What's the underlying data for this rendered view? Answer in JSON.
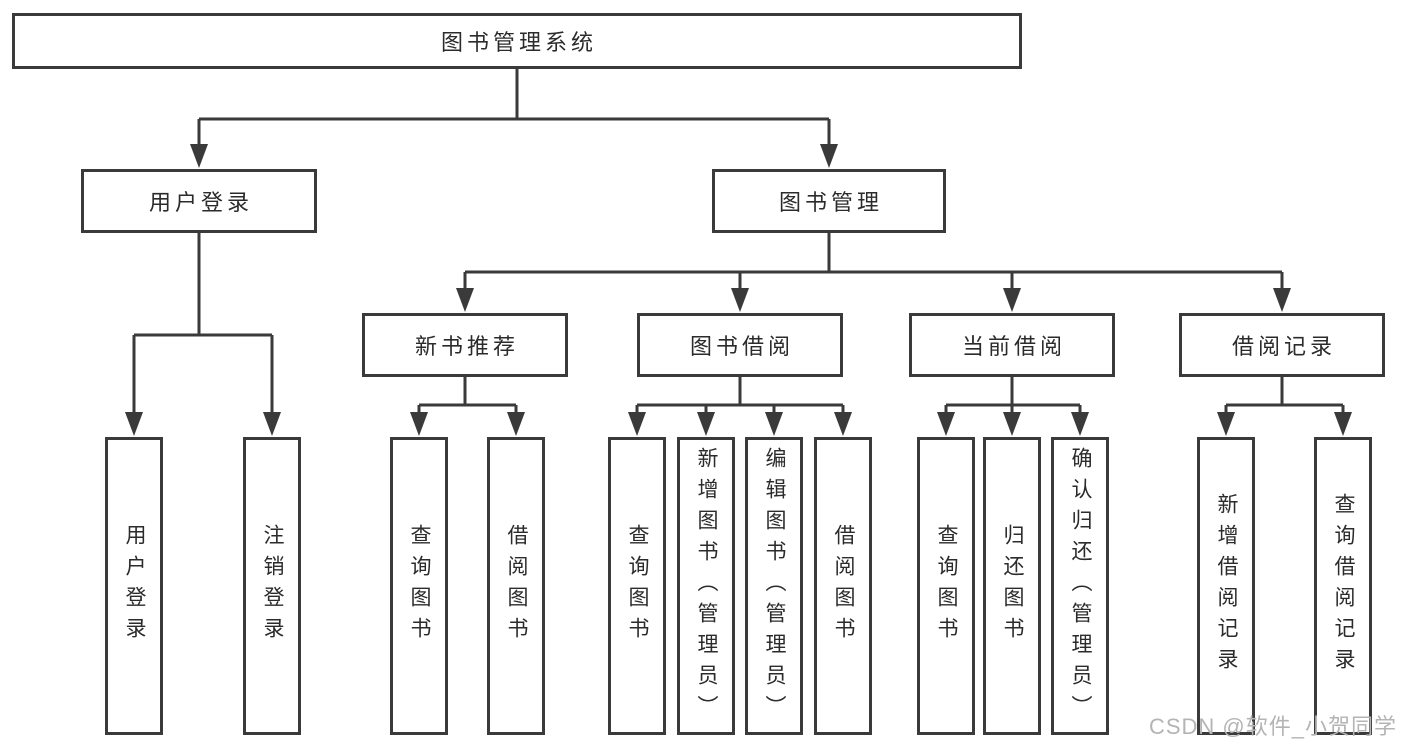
{
  "tree": {
    "label": "图书管理系统",
    "children": [
      {
        "label": "用户登录",
        "children": [
          {
            "label": "用户登录"
          },
          {
            "label": "注销登录"
          }
        ]
      },
      {
        "label": "图书管理",
        "children": [
          {
            "label": "新书推荐",
            "children": [
              {
                "label": "查询图书"
              },
              {
                "label": "借阅图书"
              }
            ]
          },
          {
            "label": "图书借阅",
            "children": [
              {
                "label": "查询图书"
              },
              {
                "label": "新增图书（管理员）"
              },
              {
                "label": "编辑图书（管理员）"
              },
              {
                "label": "借阅图书"
              }
            ]
          },
          {
            "label": "当前借阅",
            "children": [
              {
                "label": "查询图书"
              },
              {
                "label": "归还图书"
              },
              {
                "label": "确认归还（管理员）"
              }
            ]
          },
          {
            "label": "借阅记录",
            "children": [
              {
                "label": "新增借阅记录"
              },
              {
                "label": "查询借阅记录"
              }
            ]
          }
        ]
      }
    ]
  },
  "watermark": {
    "text": "CSDN @软件_小贺同学"
  },
  "colors": {
    "box_border": "#3a3a3a",
    "connector_line": "#3a3a3a",
    "text": "#2b2b2b",
    "watermark_text": "#b4b4b4",
    "background": "#ffffff"
  }
}
